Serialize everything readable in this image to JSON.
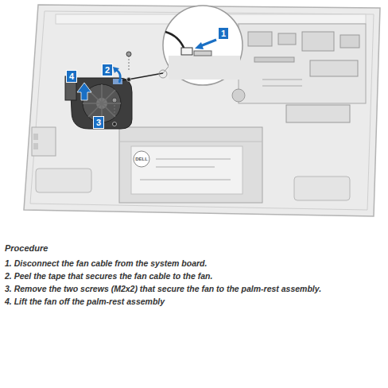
{
  "diagram": {
    "labels": [
      "4",
      "2",
      "1",
      "3",
      "DELL",
      "Procedure",
      "1. Disconnect the fan cable from the system board.",
      "2. Peel the tape that secures the fan cable to the fan.",
      "3. Remove the two screws (M2x2) that secure the fan to the palm-rest assembly.",
      "4. Lift the fan off the palm-rest assembly"
    ]
  }
}
